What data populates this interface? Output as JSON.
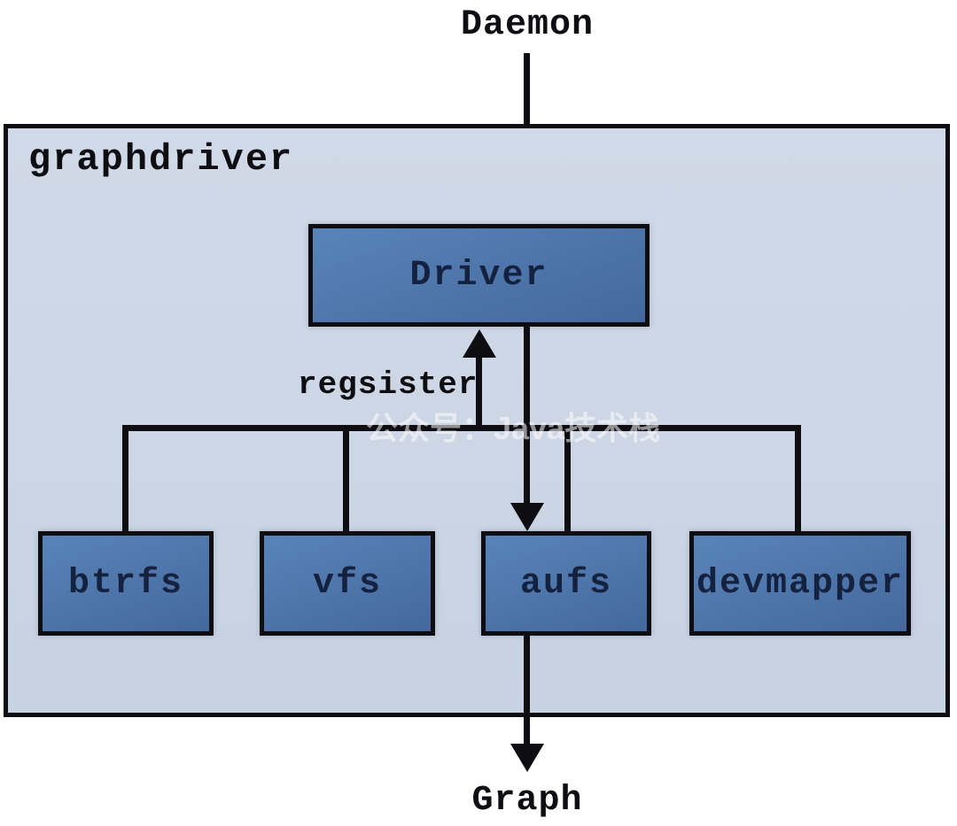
{
  "diagram": {
    "top_label": "Daemon",
    "container_label": "graphdriver",
    "driver_label": "Driver",
    "register_label": "regsister",
    "children": [
      {
        "label": "btrfs"
      },
      {
        "label": "vfs"
      },
      {
        "label": "aufs"
      },
      {
        "label": "devmapper"
      }
    ],
    "bottom_label": "Graph",
    "watermark": "公众号：Java技术栈",
    "edges": [
      {
        "from": "Daemon",
        "to": "Driver",
        "type": "arrow-down"
      },
      {
        "from": "children-bus",
        "to": "Driver",
        "type": "arrow-up",
        "label": "regsister"
      },
      {
        "from": "Driver",
        "to": "aufs",
        "type": "arrow-down"
      },
      {
        "from": "aufs",
        "to": "Graph",
        "type": "arrow-down"
      }
    ],
    "colors": {
      "container-fill": "#ccd6e4",
      "node-fill-top": "#5884ba",
      "node-fill-bottom": "#44689c",
      "node-border": "#0e0e12",
      "node-text": "#15223f",
      "line-color": "#0e0e12",
      "outer-text": "#0e0e12",
      "watermark-color": "#ffffff"
    }
  }
}
